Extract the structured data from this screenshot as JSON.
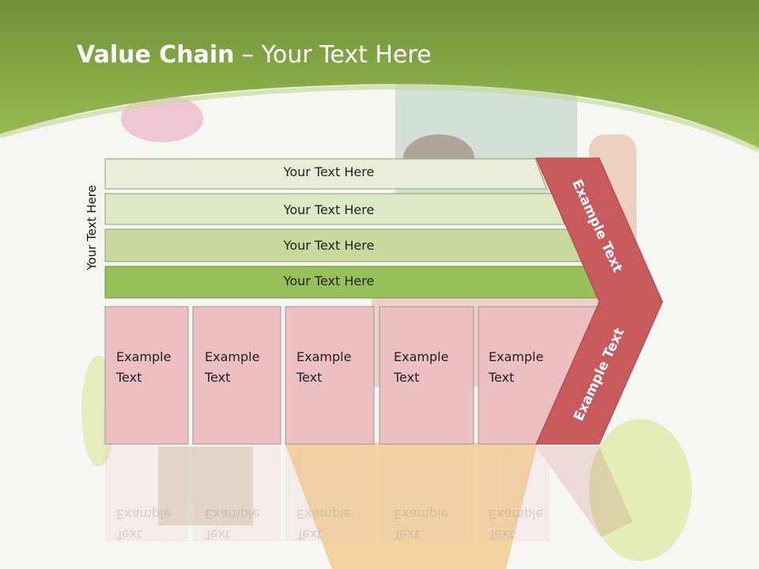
{
  "title": {
    "bold": "Value Chain",
    "rest": " – Your Text Here"
  },
  "side_label": "Your Text Here",
  "rows": [
    {
      "label": "Your Text Here"
    },
    {
      "label": "Your Text Here"
    },
    {
      "label": "Your Text Here"
    },
    {
      "label": "Your Text Here"
    }
  ],
  "boxes": [
    {
      "line1": "Example",
      "line2": "Text"
    },
    {
      "line1": "Example",
      "line2": "Text"
    },
    {
      "line1": "Example",
      "line2": "Text"
    },
    {
      "line1": "Example",
      "line2": "Text"
    },
    {
      "line1": "Example",
      "line2": "Text"
    }
  ],
  "chevron": {
    "top_text": "Example Text",
    "bottom_text": "Example Text"
  },
  "colors": {
    "header_green": "#8fb44c",
    "row_light": "#e8eed9",
    "row_mid": "#dde8c4",
    "row_dark": "#c7d99d",
    "row_strong": "#98c05a",
    "box_pink": "#ecbfc2",
    "chevron_red": "#c85a5e"
  }
}
